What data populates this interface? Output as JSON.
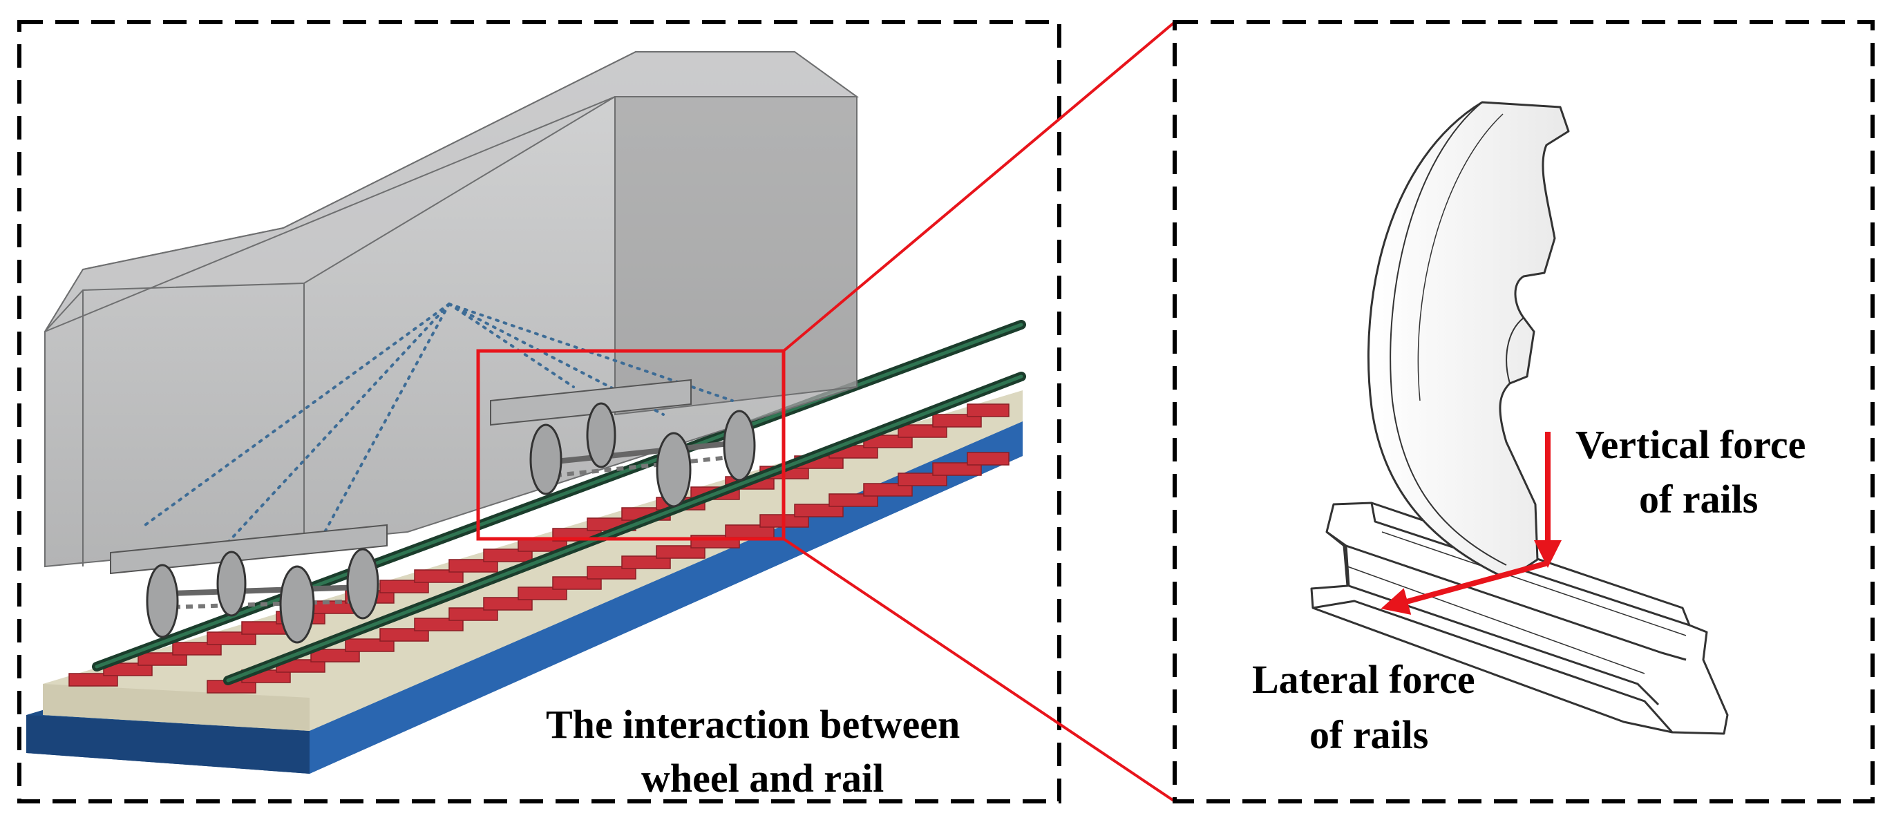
{
  "labels": {
    "interaction_line1": "The interaction between",
    "interaction_line2": "wheel and rail",
    "vertical_line1": "Vertical force",
    "vertical_line2": "of rails",
    "lateral_line1": "Lateral force",
    "lateral_line2": "of rails"
  },
  "colors": {
    "highlight": "#e8141b",
    "frame": "#000000",
    "car_body": "#a9aaab",
    "sleeper": "#c8303a",
    "rail": "#1f5a3c",
    "ballast": "#dcd8c0",
    "slab": "#1d4e89"
  }
}
